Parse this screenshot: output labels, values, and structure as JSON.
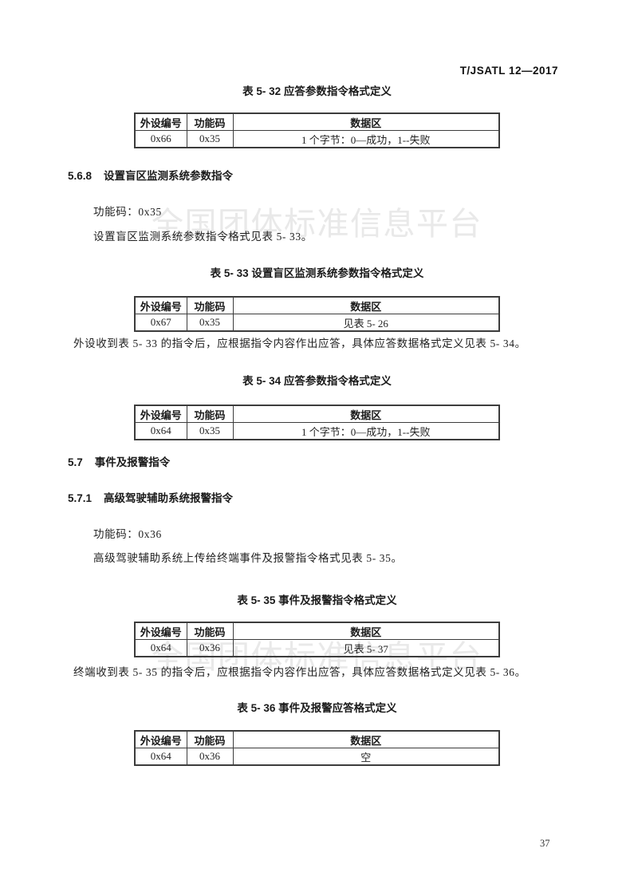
{
  "doc": {
    "header_right": "T/JSATL 12—2017",
    "page_number": "37",
    "watermark": "全国团体标准信息平台",
    "colors": {
      "text": "#222222",
      "table_border": "#3c3c3c",
      "watermark": "#e9e9e9"
    },
    "table_headers": [
      "外设编号",
      "功能码",
      "数据区"
    ],
    "tables": {
      "t32": {
        "title": "表 5- 32 应答参数指令格式定义",
        "row": [
          "0x66",
          "0x35",
          "1 个字节：0—成功，1--失败"
        ]
      },
      "t33": {
        "title": "表 5- 33 设置盲区监测系统参数指令格式定义",
        "row": [
          "0x67",
          "0x35",
          "见表 5- 26"
        ]
      },
      "t34": {
        "title": "表 5- 34 应答参数指令格式定义",
        "row": [
          "0x64",
          "0x35",
          "1 个字节：0—成功，1--失败"
        ]
      },
      "t35": {
        "title": "表 5- 35 事件及报警指令格式定义",
        "row": [
          "0x64",
          "0x36",
          "见表 5- 37"
        ]
      },
      "t36": {
        "title": "表 5- 36 事件及报警应答格式定义",
        "row": [
          "0x64",
          "0x36",
          "空"
        ]
      }
    },
    "sections": {
      "s568": {
        "number": "5.6.8",
        "title": "设置盲区监测系统参数指令"
      },
      "s57": {
        "number": "5.7",
        "title": "事件及报警指令"
      },
      "s571": {
        "number": "5.7.1",
        "title": "高级驾驶辅助系统报警指令"
      }
    },
    "paragraphs": {
      "p_func35": "功能码：0x35",
      "p_see33": "设置盲区监测系统参数指令格式见表 5- 33。",
      "p_resp34": "外设收到表 5- 33 的指令后，应根据指令内容作出应答，具体应答数据格式定义见表 5- 34。",
      "p_func36": "功能码：0x36",
      "p_see35": "高级驾驶辅助系统上传给终端事件及报警指令格式见表 5- 35。",
      "p_resp36": "终端收到表 5- 35 的指令后，应根据指令内容作出应答，具体应答数据格式定义见表 5- 36。"
    }
  }
}
